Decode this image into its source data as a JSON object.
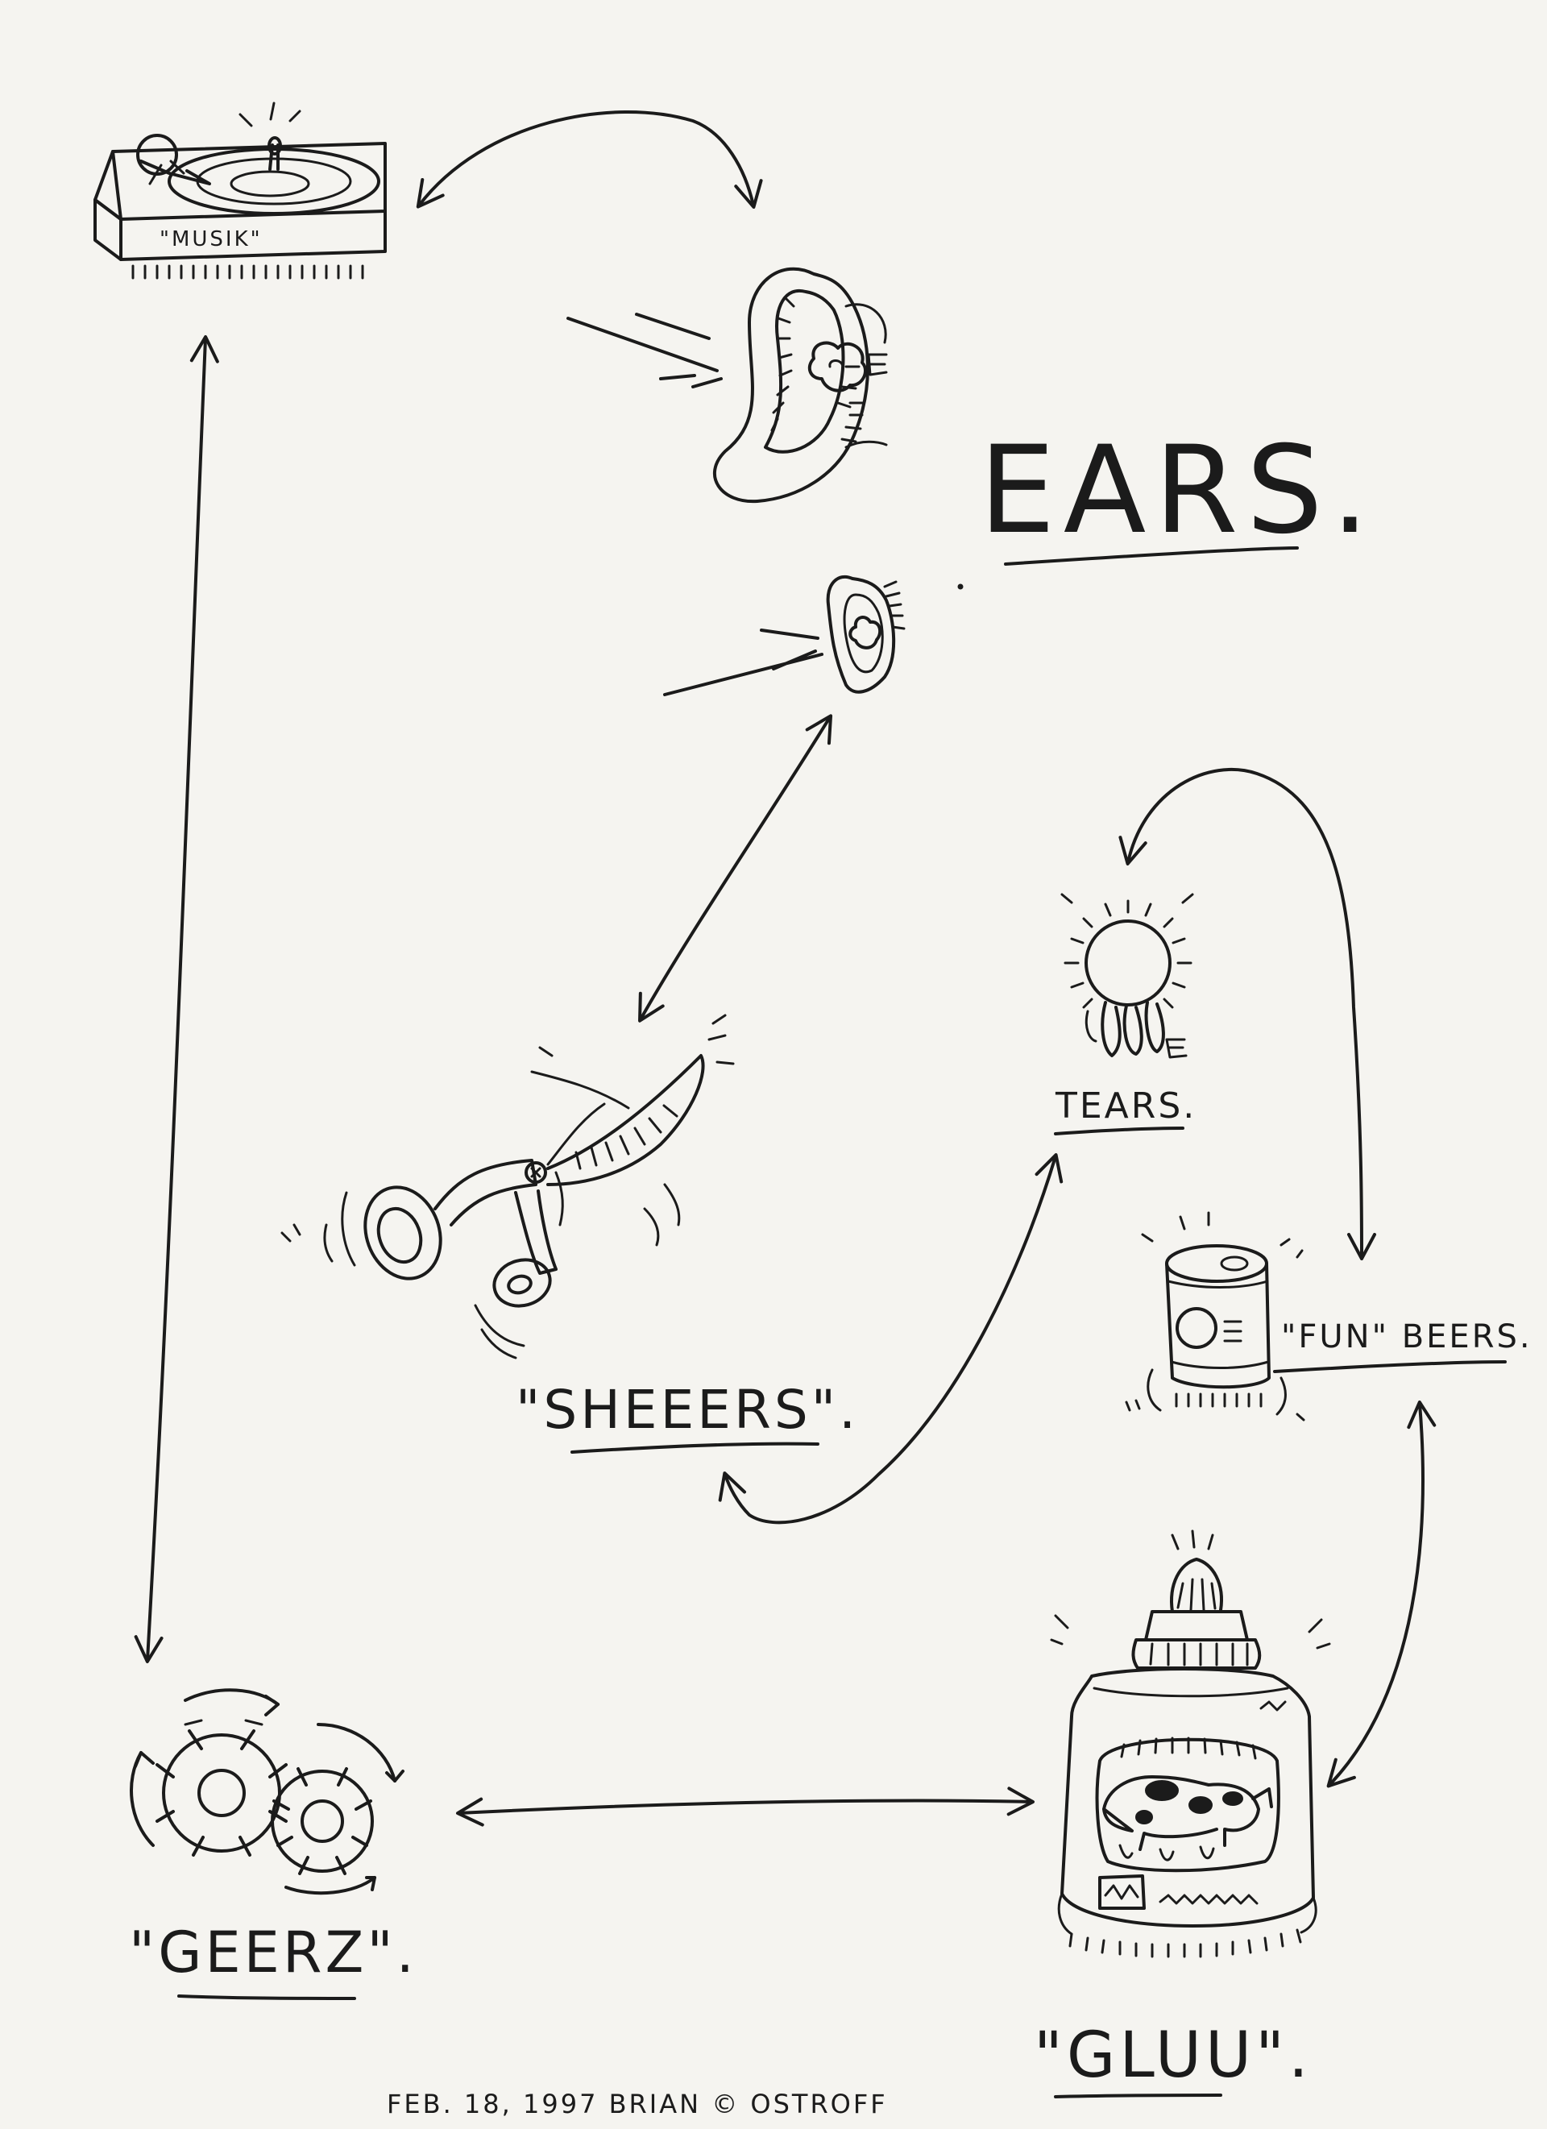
{
  "nodes": {
    "musik": {
      "label": "\"MUSIK\""
    },
    "ears": {
      "label": "EARS."
    },
    "tears": {
      "label": "TEARS."
    },
    "sheeers": {
      "label": "\"SHEEERS\"."
    },
    "fun_beers": {
      "label": "\"FUN\" BEERS."
    },
    "geerz": {
      "label": "\"GEERZ\"."
    },
    "gluu": {
      "label": "\"GLUU\"."
    }
  },
  "signature": "FEB. 18, 1997 BRIAN © OSTROFF",
  "colors": {
    "ink": "#1b1b1b",
    "paper": "#f5f4f0"
  }
}
